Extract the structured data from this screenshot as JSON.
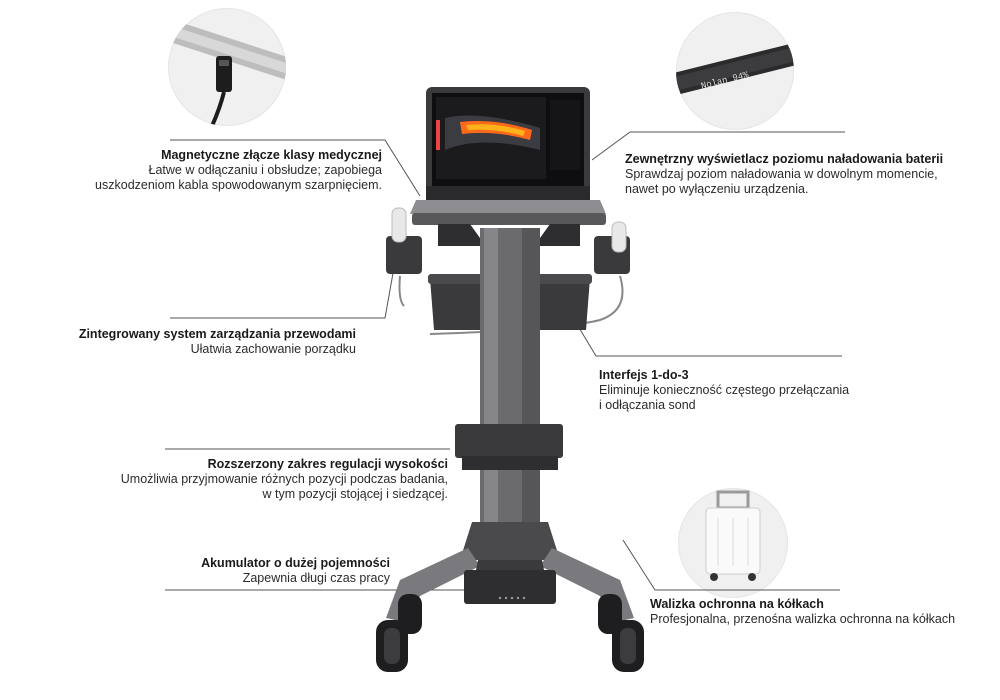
{
  "callouts": {
    "magnetic": {
      "title": "Magnetyczne złącze klasy medycznej",
      "line1": "Łatwe w odłączaniu i obsłudze; zapobiega",
      "line2": "uszkodzeniom kabla spowodowanym szarpnięciem."
    },
    "battery_display": {
      "title": "Zewnętrzny wyświetlacz poziomu naładowania baterii",
      "line1": "Sprawdzaj poziom naładowania w dowolnym momencie,",
      "line2": "nawet po wyłączeniu urządzenia."
    },
    "cable_mgmt": {
      "title": "Zintegrowany system zarządzania przewodami",
      "line1": "Ułatwia zachowanie porządku"
    },
    "interface": {
      "title": "Interfejs 1-do-3",
      "line1": "Eliminuje konieczność częstego przełączania",
      "line2": "i odłączania sond"
    },
    "height": {
      "title": "Rozszerzony zakres regulacji wysokości",
      "line1": "Umożliwia przyjmowanie różnych pozycji podczas badania,",
      "line2": "w tym pozycji stojącej i siedzącej."
    },
    "battery": {
      "title": "Akumulator o dużej pojemności",
      "line1": "Zapewnia długi czas pracy"
    },
    "case": {
      "title": "Walizka ochronna na kółkach",
      "line1": "Profesjonalna, przenośna walizka ochronna na kółkach"
    }
  },
  "display_readout": "Nolan  94%",
  "colors": {
    "line": "#555555",
    "device_dark": "#2e2e30",
    "device_mid": "#6b6b6e",
    "device_light": "#a9a9ad",
    "doppler": "#ff6a1a"
  }
}
